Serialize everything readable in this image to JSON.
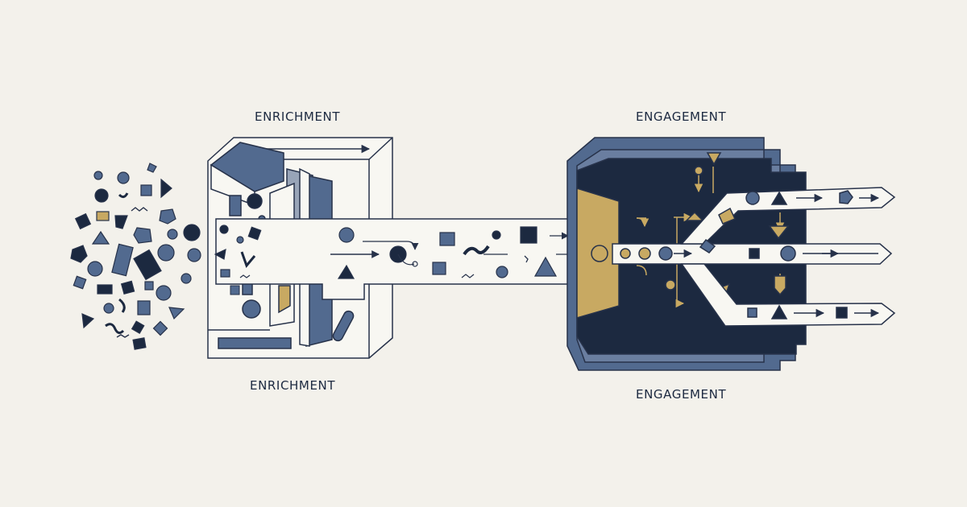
{
  "labels": {
    "enrichment_top": "ENRICHMENT",
    "enrichment_bottom": "ENRICHMENT",
    "engagement_top": "ENGAGEMENT",
    "engagement_bottom": "ENGAGEMENT"
  },
  "colors": {
    "background": "#f3f1eb",
    "navy": "#1c2940",
    "slate": "#526a8f",
    "gold": "#c8a962",
    "outline": "#27324a",
    "channel": "#f8f7f2"
  },
  "icons": [
    "scattered-shapes-icon",
    "enrichment-machine-icon",
    "data-stream-icon",
    "engagement-engine-icon",
    "output-arrow-icon"
  ]
}
